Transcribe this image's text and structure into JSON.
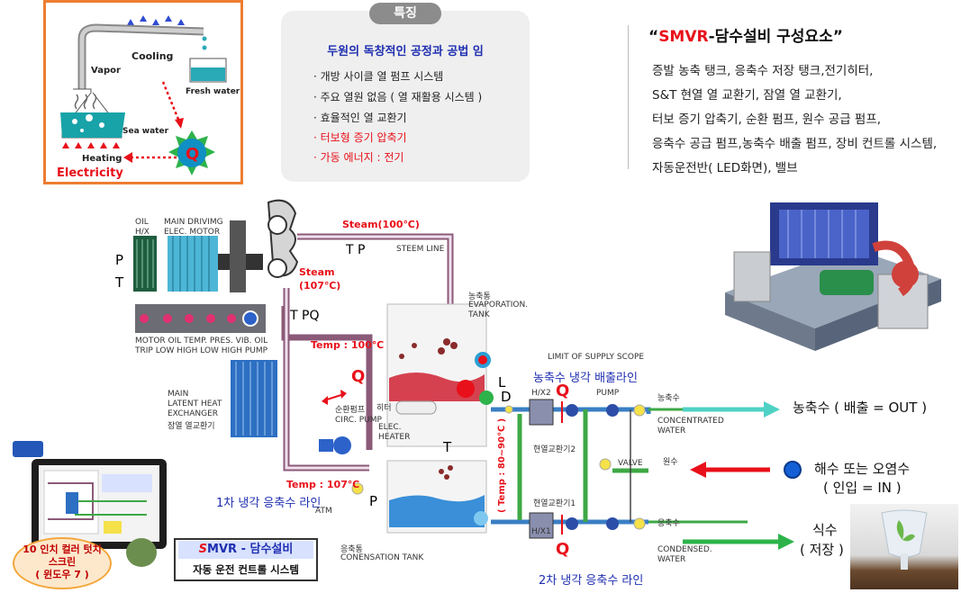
{
  "principle": {
    "vapor": "Vapor",
    "cooling": "Cooling",
    "fresh_water": "Fresh water",
    "sea_water": "Sea water",
    "heating": "Heating",
    "electricity": "Electricity",
    "q": "Q"
  },
  "features": {
    "tag": "특징",
    "headline": "두원의 독창적인 공정과 공법 임",
    "items": [
      "· 개방 사이클 열 펌프 시스템",
      "· 주요 열원 없음 ( 열 재활용 시스템 )",
      "·  효율적인 열 교환기",
      "· 터보형 증기 압축기",
      "· 가동 에너지 : 전기"
    ]
  },
  "components": {
    "title_open": "“",
    "title_accent": "SMVR",
    "title_rest": "-담수설비 구성요소”",
    "lines": [
      "증발 농축 탱크, 응축수 저장 탱크,전기히터,",
      "S&T 현열 열 교환기, 잠열 열 교환기,",
      "터보 증기 압축기, 순환 펌프, 원수 공급 펌프,",
      "응축수 공급 펌프,농축수 배출 펌프, 장비 컨트롤 시스템,",
      "자동운전반( LED화면), 밸브"
    ]
  },
  "diagram": {
    "oil_hx": "OIL\nH/X",
    "main_motor": "MAIN DRIVIMG\nELEC. MOTOR",
    "p": "P",
    "t": "T",
    "steam_100": "Steam(100℃)",
    "tp": "T P",
    "steem_line": "STEEM LINE",
    "steam_107": "Steam",
    "steam_107_val": "(107℃)",
    "tpq": "T PQ",
    "motor_row1": "MOTOR OIL TEMP. PRES. VIB. OIL",
    "motor_row2": "TRIP LOW HIGH LOW HIGH PUMP",
    "evap_kr": "농축통",
    "evap_en": "EVAPORATION.",
    "evap_en2": "TANK",
    "temp_100": "Temp : 100℃",
    "q": "Q",
    "main_hx1": "MAIN",
    "main_hx2": "LATENT HEAT",
    "main_hx3": "EXCHANGER",
    "main_hx4": "잠열 열교환기",
    "circ_kr": "순환펌프",
    "circ_en": "CIRC. PUMP",
    "heater_kr": "히터",
    "heater_en1": "ELEC.",
    "heater_en2": "HEATER",
    "l": "L",
    "d": "D",
    "t2": "T",
    "p2": "P",
    "temp_107": "Temp : 107℃",
    "line1": "1차 냉각 응축수 라인",
    "atm": "ATM",
    "cond_kr": "응축통",
    "cond_en": "CONENSATION TANK",
    "limit": "LIMIT OF SUPPLY SCOPE",
    "cool_out": "농축수 냉각 배출라인",
    "hx2": "H/X2",
    "pump": "PUMP",
    "hx2_kr": "현열교환기2",
    "temp_range": "( Temp : 80~90℃ )",
    "valve": "VALVE",
    "hx1_kr": "현열교환기1",
    "hx1": "H/X1",
    "conc_kr": "농축수",
    "conc_en1": "CONCENTRATED",
    "conc_en2": "WATER",
    "raw_kr": "원수",
    "cond_water_kr": "응축수",
    "cond_water_en1": "CONDENSED.",
    "cond_water_en2": "WATER",
    "line2": "2차 냉각 응축수 라인"
  },
  "outputs": {
    "concentrate": "농축수  (  배출 = OUT  )",
    "seawater1": "해수 또는 오염수",
    "seawater2": "(  인입  =   IN  )",
    "drinking1": "식수",
    "drinking2": "(  저장  )"
  },
  "control": {
    "touch_line1": "10 인치 컬러 텃치",
    "touch_line2": "스크린",
    "touch_line3": "( 윈도우 7 )",
    "smvr_s": "S",
    "smvr_rest": "MVR - 담수설비",
    "smvr_sub": "자동 운전 컨트롤 시스템"
  },
  "colors": {
    "accent_red": "#e8101a",
    "accent_blue": "#1f2fb0",
    "pipe_brown": "#8b5a78",
    "pipe_green": "#3ea845",
    "pipe_blue": "#3a7fc4",
    "panel_orange": "#ed7d31"
  }
}
